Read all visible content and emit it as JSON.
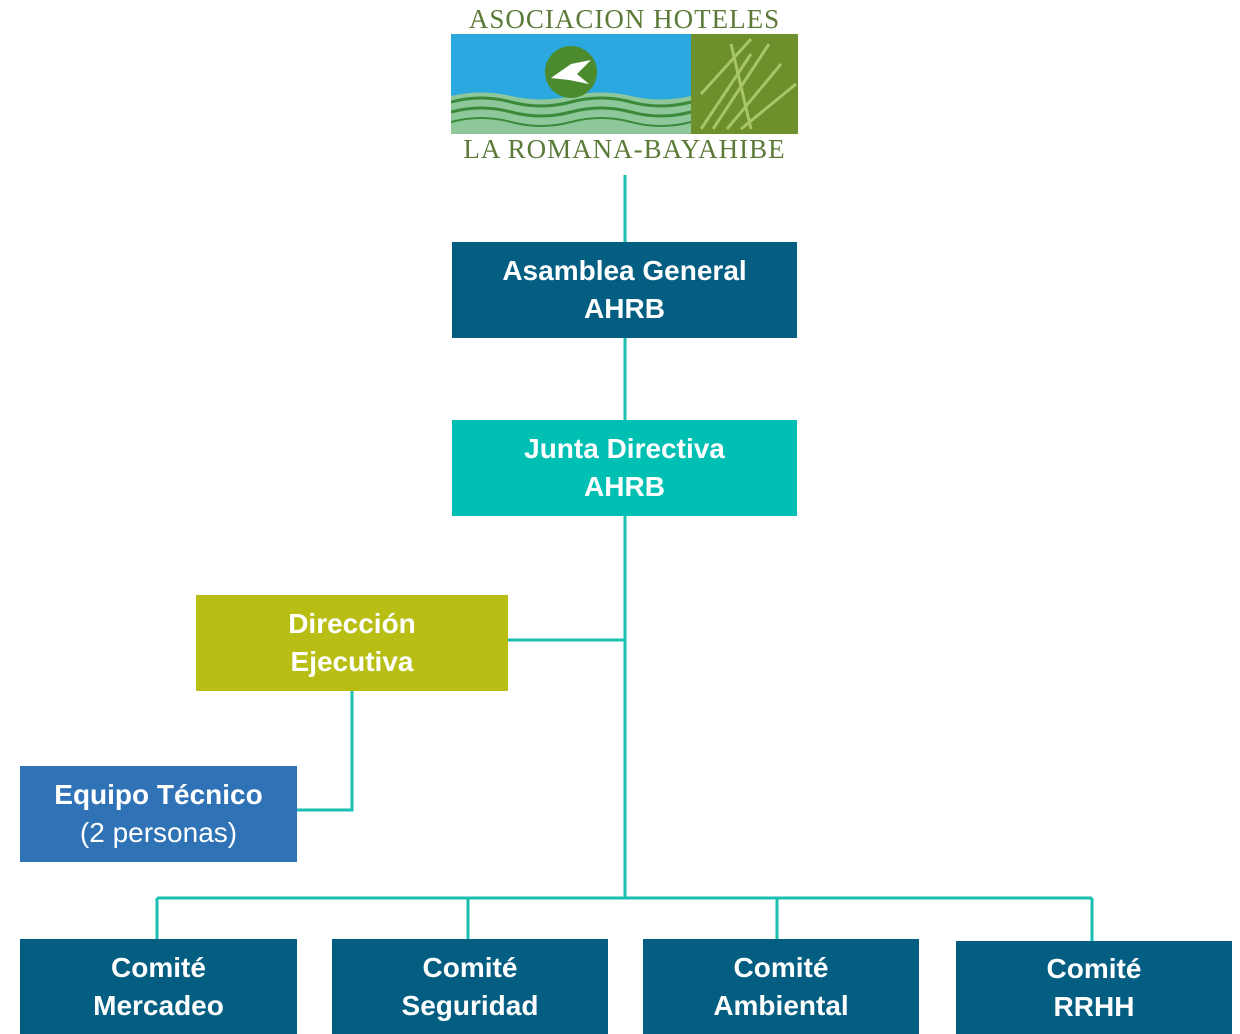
{
  "logo": {
    "top_text": "ASOCIACION HOTELES",
    "bottom_text": "LA ROMANA-BAYAHIBE"
  },
  "colors": {
    "connector": "#1abfb0",
    "navy": "#045e82",
    "teal": "#00bfb3",
    "olive": "#b8be14",
    "blue": "#2f72b5"
  },
  "nodes": {
    "asamblea": {
      "line1": "Asamblea General",
      "line2": "AHRB"
    },
    "junta": {
      "line1": "Junta Directiva",
      "line2": "AHRB"
    },
    "direccion": {
      "line1": "Dirección",
      "line2": "Ejecutiva"
    },
    "equipo": {
      "line1": "Equipo Técnico",
      "line2": "(2 personas)"
    },
    "comites": [
      {
        "line1": "Comité",
        "line2": "Mercadeo"
      },
      {
        "line1": "Comité",
        "line2": "Seguridad"
      },
      {
        "line1": "Comité",
        "line2": "Ambiental"
      },
      {
        "line1": "Comité",
        "line2": "RRHH"
      }
    ]
  }
}
